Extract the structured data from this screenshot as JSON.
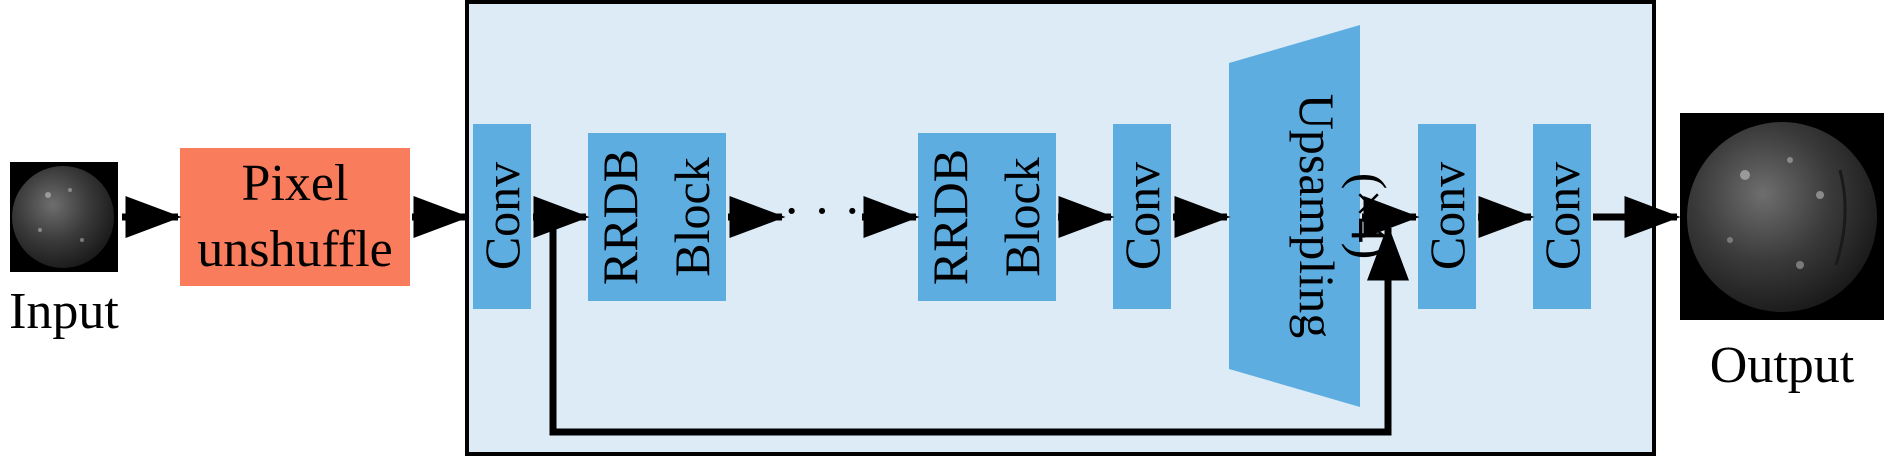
{
  "diagram": {
    "input_label": "Input",
    "output_label": "Output",
    "pixel_unshuffle": {
      "line1": "Pixel",
      "line2": "unshuffle"
    },
    "conv_label": "Conv",
    "rrdb": {
      "line1": "RRDB",
      "line2": "Block"
    },
    "ellipsis": "· · ·",
    "upsampling": {
      "line1": "Upsampling",
      "line2": "(×4)"
    }
  },
  "colors": {
    "pixel_unshuffle_fill": "#F97C5C",
    "block_fill": "#5DADE0",
    "panel_fill": "#DDEBF7",
    "stroke": "#000000",
    "image_bg": "#000000",
    "sphere": "#3A3A3A"
  }
}
